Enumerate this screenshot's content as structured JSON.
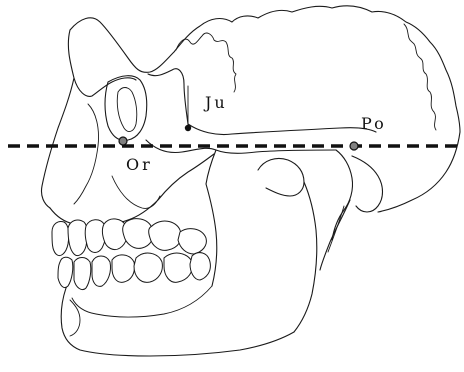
{
  "labels": {
    "orbitale": "Or",
    "jugale": "Ju",
    "porion": "Po"
  },
  "colors": {
    "line": "#111111",
    "point_fill": "#808080",
    "background": "#ffffff"
  }
}
